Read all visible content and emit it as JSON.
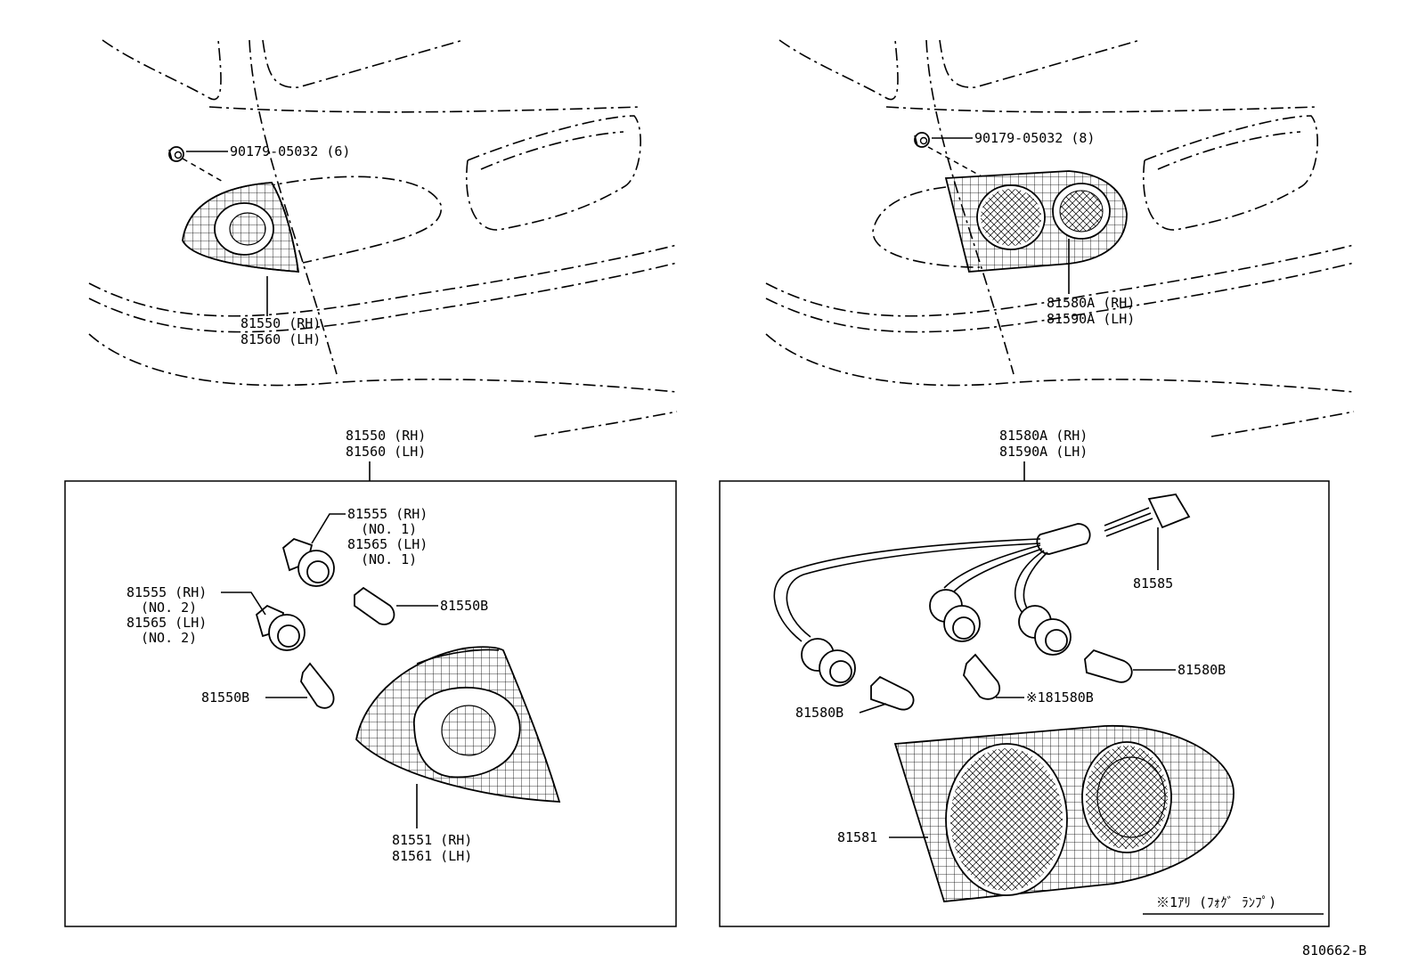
{
  "labels": {
    "clip_left": "90179-05032 (6)",
    "clip_right": "90179-05032 (8)",
    "lamp_left_rh": "81550 (RH)",
    "lamp_left_lh": "81560 (LH)",
    "lamp_right_rh": "81580A (RH)",
    "lamp_right_lh": "81590A (LH)",
    "box_left_title_rh": "81550 (RH)",
    "box_left_title_lh": "81560 (LH)",
    "box_right_title_rh": "81580A (RH)",
    "box_right_title_lh": "81590A (LH)",
    "socket_no1_rh": "81555 (RH)",
    "socket_no1_rh_no": "(NO. 1)",
    "socket_no1_lh": "81565 (LH)",
    "socket_no1_lh_no": "(NO. 1)",
    "socket_no2_rh": "81555 (RH)",
    "socket_no2_rh_no": "(NO. 2)",
    "socket_no2_lh": "81565 (LH)",
    "socket_no2_lh_no": "(NO. 2)",
    "bulb_left_upper": "81550B",
    "bulb_left_lower": "81550B",
    "lens_left_rh": "81551 (RH)",
    "lens_left_lh": "81561 (LH)",
    "wire_harness": "81585",
    "bulb_right_1": "81580B",
    "bulb_right_2": "※181580B",
    "bulb_right_3": "81580B",
    "lens_right": "81581",
    "footnote": "※1ｱﾘ (ﾌｫｸﾞ ﾗﾝﾌﾟ)",
    "drawing_number": "810662-B"
  }
}
